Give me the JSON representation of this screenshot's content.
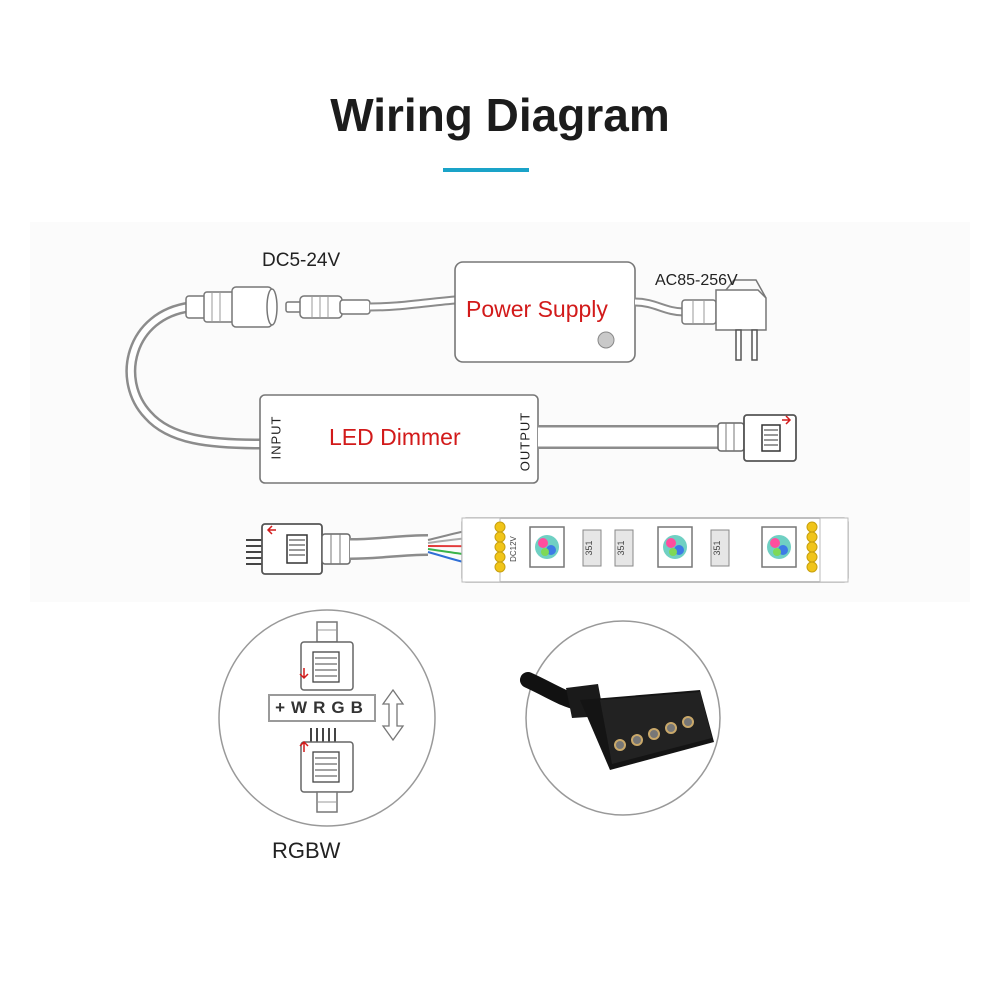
{
  "title": "Wiring Diagram",
  "labels": {
    "dc_voltage": "DC5-24V",
    "ac_voltage": "AC85-256V",
    "power_supply": "Power Supply",
    "led_dimmer": "LED Dimmer",
    "input": "INPUT",
    "output": "OUTPUT",
    "strip_voltage": "DC12V",
    "resistor": "351",
    "pin_order": "+WRGB",
    "connector_type": "RGBW"
  },
  "colors": {
    "accent": "#1aa3c8",
    "device_label": "#d21a1a"
  },
  "icons": [
    "dc-jack-icon",
    "ac-plug-icon",
    "connector-icon",
    "led-chip-icon",
    "double-arrow-icon"
  ]
}
